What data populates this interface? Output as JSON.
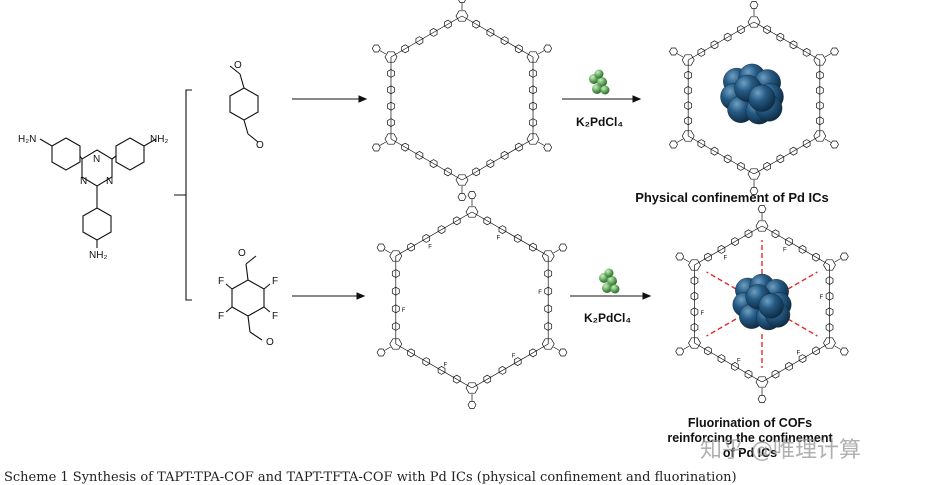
{
  "labels": {
    "nh2": "NH₂",
    "h2n": "H₂N",
    "n": "N",
    "f": "F",
    "o": "O",
    "reagent_1": "K₂PdCl₄",
    "reagent_2": "K₂PdCl₄",
    "product_1": "Physical confinement of Pd ICs",
    "product_2_line1": "Fluorination of COFs",
    "product_2_line2": "reinforcing the confinement",
    "product_2_line3": "of Pd ICs"
  },
  "watermark": "知乎 @唯理计算",
  "caption": "Scheme 1 Synthesis of TAPT-TPA-COF and TAPT-TFTA-COF with Pd ICs (physical confinement and fluorination)",
  "colors": {
    "cluster": "#1f4f75",
    "cluster_highlight": "#4f86ad",
    "pd_green": "#5fa35a",
    "pd_green_light": "#9fd49a",
    "dash_red": "#e0302a",
    "bond": "#111111"
  }
}
